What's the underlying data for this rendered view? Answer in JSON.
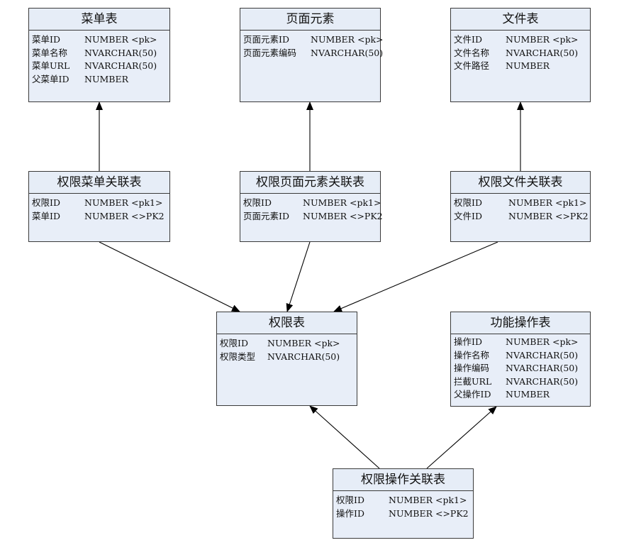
{
  "entities": {
    "menu": {
      "title": "菜单表",
      "attributes": [
        {
          "name": "菜单ID",
          "type": "NUMBER  <pk>"
        },
        {
          "name": "菜单名称",
          "type": "NVARCHAR(50)"
        },
        {
          "name": "菜单URL",
          "type": "NVARCHAR(50)"
        },
        {
          "name": "父菜单ID",
          "type": "NUMBER"
        }
      ]
    },
    "page_element": {
      "title": "页面元素",
      "attributes": [
        {
          "name": "页面元素ID",
          "type": "NUMBER  <pk>"
        },
        {
          "name": "页面元素编码",
          "type": "NVARCHAR(50)"
        }
      ]
    },
    "file": {
      "title": "文件表",
      "attributes": [
        {
          "name": "文件ID",
          "type": "NUMBER  <pk>"
        },
        {
          "name": "文件名称",
          "type": "NVARCHAR(50)"
        },
        {
          "name": "文件路径",
          "type": "NUMBER"
        }
      ]
    },
    "perm_menu": {
      "title": "权限菜单关联表",
      "attributes": [
        {
          "name": "权限ID",
          "type": "NUMBER  <pk1>"
        },
        {
          "name": "菜单ID",
          "type": "NUMBER <>PK2"
        }
      ]
    },
    "perm_page_element": {
      "title": "权限页面元素关联表",
      "attributes": [
        {
          "name": "权限ID",
          "type": "NUMBER  <pk1>"
        },
        {
          "name": "页面元素ID",
          "type": "NUMBER <>PK2"
        }
      ]
    },
    "perm_file": {
      "title": "权限文件关联表",
      "attributes": [
        {
          "name": "权限ID",
          "type": "NUMBER  <pk1>"
        },
        {
          "name": "文件ID",
          "type": "NUMBER <>PK2"
        }
      ]
    },
    "permission": {
      "title": "权限表",
      "attributes": [
        {
          "name": "权限ID",
          "type": "NUMBER  <pk>"
        },
        {
          "name": "权限类型",
          "type": "NVARCHAR(50)"
        }
      ]
    },
    "function_op": {
      "title": "功能操作表",
      "attributes": [
        {
          "name": "操作ID",
          "type": "NUMBER  <pk>"
        },
        {
          "name": "操作名称",
          "type": "NVARCHAR(50)"
        },
        {
          "name": "操作编码",
          "type": "NVARCHAR(50)"
        },
        {
          "name": "拦截URL",
          "type": "NVARCHAR(50)"
        },
        {
          "name": "父操作ID",
          "type": "NUMBER"
        }
      ]
    },
    "perm_op": {
      "title": "权限操作关联表",
      "attributes": [
        {
          "name": "权限ID",
          "type": "NUMBER  <pk1>"
        },
        {
          "name": "操作ID",
          "type": "NUMBER <>PK2"
        }
      ]
    }
  },
  "relationships": [
    {
      "from": "perm_menu",
      "to": "menu"
    },
    {
      "from": "perm_page_element",
      "to": "page_element"
    },
    {
      "from": "perm_file",
      "to": "file"
    },
    {
      "from": "perm_menu",
      "to": "permission"
    },
    {
      "from": "perm_page_element",
      "to": "permission"
    },
    {
      "from": "perm_file",
      "to": "permission"
    },
    {
      "from": "perm_op",
      "to": "permission"
    },
    {
      "from": "perm_op",
      "to": "function_op"
    }
  ],
  "colors": {
    "entity_fill": "#e8eef8",
    "border": "#3a3a3a",
    "line": "#000000"
  }
}
